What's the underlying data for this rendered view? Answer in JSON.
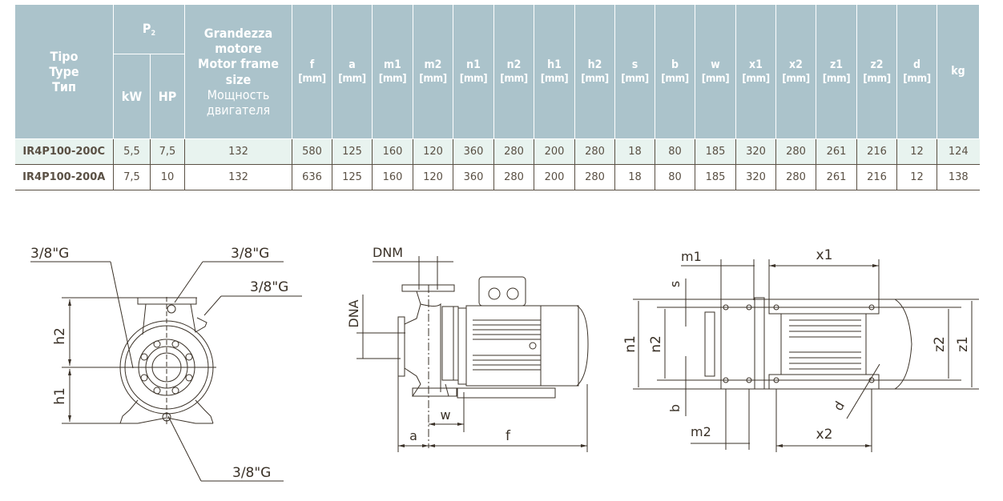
{
  "table": {
    "type_header": [
      "Tipo",
      "Type",
      "Тип"
    ],
    "p2_header": {
      "main": "P",
      "sub": "2"
    },
    "p2_units": [
      "kW",
      "HP"
    ],
    "frame_header": [
      "Grandezza",
      "motore",
      "Motor frame",
      "size",
      "Мощность",
      "двигателя"
    ],
    "dim_columns": [
      {
        "name": "f",
        "unit": "[mm]"
      },
      {
        "name": "a",
        "unit": "[mm]"
      },
      {
        "name": "m1",
        "unit": "[mm]"
      },
      {
        "name": "m2",
        "unit": "[mm]"
      },
      {
        "name": "n1",
        "unit": "[mm]"
      },
      {
        "name": "n2",
        "unit": "[mm]"
      },
      {
        "name": "h1",
        "unit": "[mm]"
      },
      {
        "name": "h2",
        "unit": "[mm]"
      },
      {
        "name": "s",
        "unit": "[mm]"
      },
      {
        "name": "b",
        "unit": "[mm]"
      },
      {
        "name": "w",
        "unit": "[mm]"
      },
      {
        "name": "x1",
        "unit": "[mm]"
      },
      {
        "name": "x2",
        "unit": "[mm]"
      },
      {
        "name": "z1",
        "unit": "[mm]"
      },
      {
        "name": "z2",
        "unit": "[mm]"
      },
      {
        "name": "d",
        "unit": "[mm]"
      }
    ],
    "weight_header": "kg",
    "rows": [
      {
        "type": "IR4P100-200C",
        "kw": "5,5",
        "hp": "7,5",
        "frame": "132",
        "dims": [
          "580",
          "125",
          "160",
          "120",
          "360",
          "280",
          "200",
          "280",
          "18",
          "80",
          "185",
          "320",
          "280",
          "261",
          "216",
          "12"
        ],
        "kg": "124"
      },
      {
        "type": "IR4P100-200A",
        "kw": "7,5",
        "hp": "10",
        "frame": "132",
        "dims": [
          "636",
          "125",
          "160",
          "120",
          "360",
          "280",
          "200",
          "280",
          "18",
          "80",
          "185",
          "320",
          "280",
          "261",
          "216",
          "12"
        ],
        "kg": "138"
      }
    ]
  },
  "drawings": {
    "front_view": {
      "callouts": [
        "3/8\"G",
        "3/8\"G",
        "3/8\"G",
        "3/8\"G"
      ],
      "dims": [
        "h2",
        "h1"
      ]
    },
    "side_view": {
      "labels": [
        "DNM",
        "DNA",
        "w",
        "a",
        "f"
      ]
    },
    "top_view": {
      "labels": [
        "m1",
        "x1",
        "s",
        "n1",
        "n2",
        "z2",
        "z1",
        "b",
        "d",
        "m2",
        "x2"
      ]
    }
  },
  "colors": {
    "header_bg": "#abc3cb",
    "row_highlight": "#e8f3ef",
    "text": "#5a5044",
    "line": "#3a3127"
  }
}
